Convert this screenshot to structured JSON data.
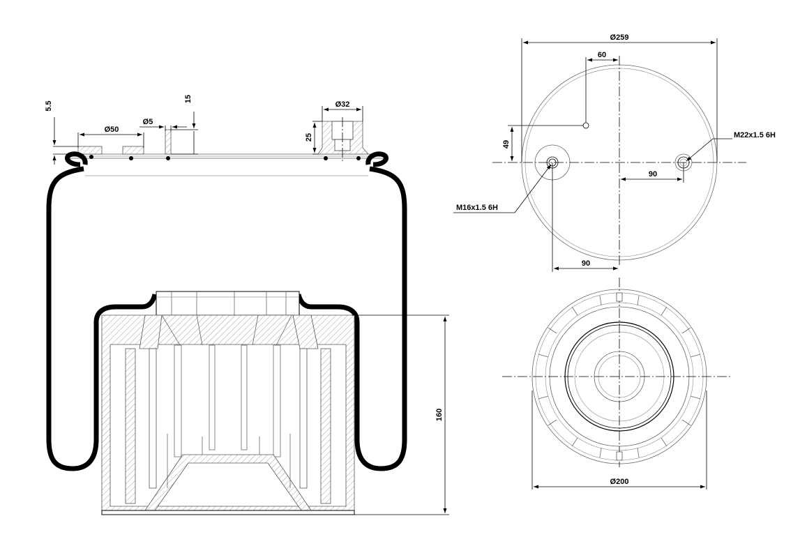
{
  "front_view": {
    "dim_plate_thickness": "5.5",
    "dim_hole_diameter": "Ø50",
    "dim_pin_diameter": "Ø5",
    "dim_pin_height": "15",
    "dim_fitting_diameter": "Ø32",
    "dim_fitting_height": "25",
    "dim_piston_height": "160"
  },
  "top_view": {
    "dim_outer_diameter": "Ø259",
    "dim_offset_pin": "60",
    "dim_vertical_offset": "49",
    "dim_right_offset": "90",
    "dim_left_offset": "90",
    "label_right_thread": "M22x1.5 6H",
    "label_left_thread": "M16x1.5 6H"
  },
  "bottom_view": {
    "dim_piston_diameter": "Ø200"
  }
}
